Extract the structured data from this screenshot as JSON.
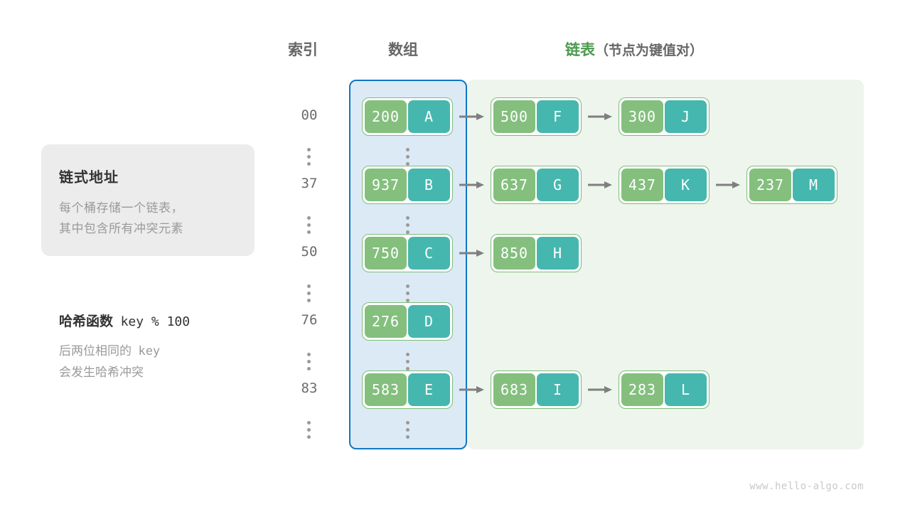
{
  "headers": {
    "index": "索引",
    "array": "数组",
    "list_main": "链表",
    "list_sub": "（节点为键值对）"
  },
  "info_card": {
    "title": "链式地址",
    "line1": "每个桶存储一个链表，",
    "line2": "其中包含所有冲突元素"
  },
  "hash_note": {
    "title_label": "哈希函数",
    "title_expr": "key % 100",
    "line1_a": "后两位相同的",
    "line1_b": "key",
    "line2": "会发生哈希冲突"
  },
  "colors": {
    "array_panel_bg": "#dceaf6",
    "array_panel_border": "#1177c4",
    "list_panel_bg": "#eef5ed",
    "key_cell": "#84bf7e",
    "value_cell": "#45b7ae",
    "node_border": "#7fbb7a",
    "arrow": "#7f7f7f",
    "accent_green": "#4c9a4e",
    "muted_text": "#9a9a9a"
  },
  "buckets": [
    {
      "index": "00",
      "bucket": {
        "key": "200",
        "value": "A"
      },
      "chain": [
        {
          "key": "500",
          "value": "F"
        },
        {
          "key": "300",
          "value": "J"
        }
      ]
    },
    {
      "index": "37",
      "bucket": {
        "key": "937",
        "value": "B"
      },
      "chain": [
        {
          "key": "637",
          "value": "G"
        },
        {
          "key": "437",
          "value": "K"
        },
        {
          "key": "237",
          "value": "M"
        }
      ]
    },
    {
      "index": "50",
      "bucket": {
        "key": "750",
        "value": "C"
      },
      "chain": [
        {
          "key": "850",
          "value": "H"
        }
      ]
    },
    {
      "index": "76",
      "bucket": {
        "key": "276",
        "value": "D"
      },
      "chain": []
    },
    {
      "index": "83",
      "bucket": {
        "key": "583",
        "value": "E"
      },
      "chain": [
        {
          "key": "683",
          "value": "I"
        },
        {
          "key": "283",
          "value": "L"
        }
      ]
    }
  ],
  "ellipsis_rows": 5,
  "watermark": "www.hello-algo.com"
}
